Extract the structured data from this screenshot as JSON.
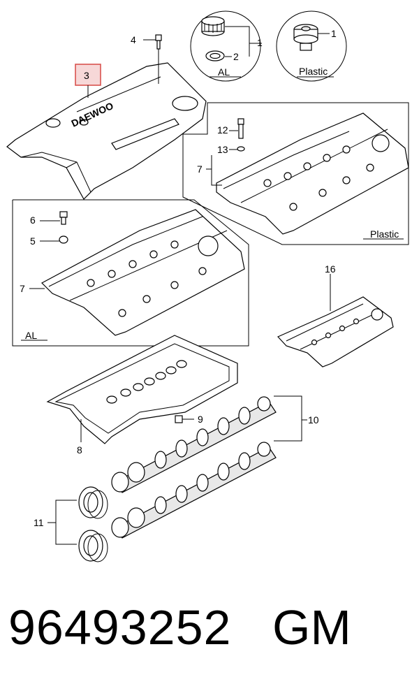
{
  "labels": {
    "c1": "1",
    "c2": "2",
    "c_al": "AL",
    "p1": "1",
    "p_plastic": "Plastic",
    "l3": "3",
    "l4": "4",
    "brand_text": "DAEWOO",
    "l12": "12",
    "l13": "13",
    "l7_upper": "7",
    "plastic_box": "Plastic",
    "l6": "6",
    "l5": "5",
    "l7_lower": "7",
    "al_box": "AL",
    "l16": "16",
    "l8": "8",
    "l9": "9",
    "l10": "10",
    "l11": "11"
  },
  "footer": {
    "part_number": "96493252",
    "brand": "GM"
  },
  "colors": {
    "highlight": "#d9534f",
    "line": "#000000",
    "background": "#ffffff"
  }
}
